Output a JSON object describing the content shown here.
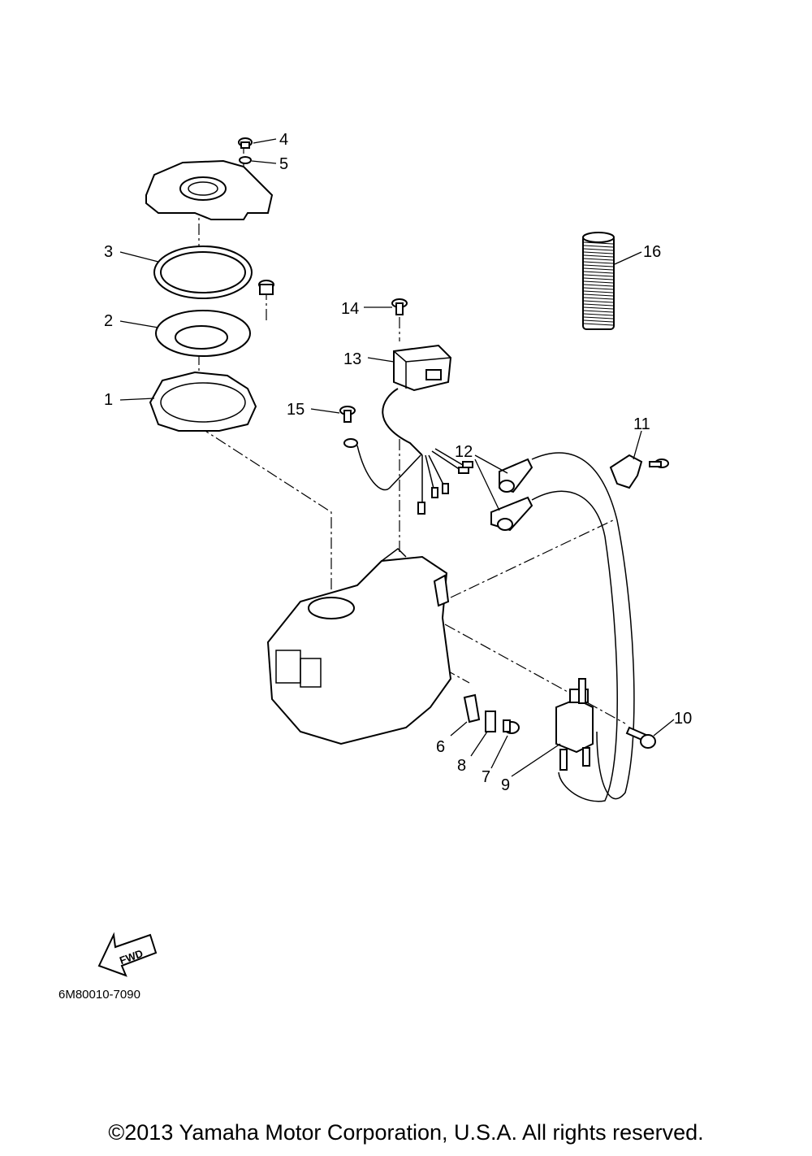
{
  "diagram": {
    "callouts": [
      {
        "id": "4",
        "label": "4"
      },
      {
        "id": "5",
        "label": "5"
      },
      {
        "id": "3",
        "label": "3"
      },
      {
        "id": "2",
        "label": "2"
      },
      {
        "id": "1",
        "label": "1"
      },
      {
        "id": "16",
        "label": "16"
      },
      {
        "id": "14",
        "label": "14"
      },
      {
        "id": "13",
        "label": "13"
      },
      {
        "id": "15",
        "label": "15"
      },
      {
        "id": "11",
        "label": "11"
      },
      {
        "id": "12",
        "label": "12"
      },
      {
        "id": "10",
        "label": "10"
      },
      {
        "id": "6",
        "label": "6"
      },
      {
        "id": "8",
        "label": "8"
      },
      {
        "id": "7",
        "label": "7"
      },
      {
        "id": "9",
        "label": "9"
      }
    ],
    "fwd_label": "FWD",
    "drawing_code": "6M80010-7090"
  },
  "footer": {
    "copyright": "©2013 Yamaha Motor Corporation, U.S.A. All rights reserved."
  }
}
